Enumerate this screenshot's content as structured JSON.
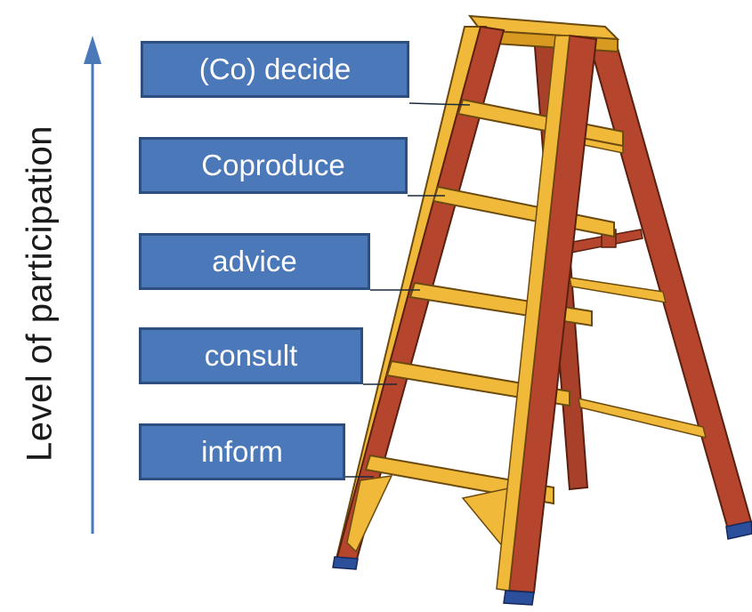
{
  "axis_label": "Level of participation",
  "levels": [
    {
      "label": "(Co) decide"
    },
    {
      "label": "Coproduce"
    },
    {
      "label": "advice"
    },
    {
      "label": "consult"
    },
    {
      "label": "inform"
    }
  ],
  "colors": {
    "box_fill": "#4a78b8",
    "box_border": "#2c4f80",
    "arrow": "#4a78b8",
    "ladder_rail": "#b5452d",
    "ladder_rung": "#f0b93a",
    "ladder_foot": "#2c4f9c"
  }
}
